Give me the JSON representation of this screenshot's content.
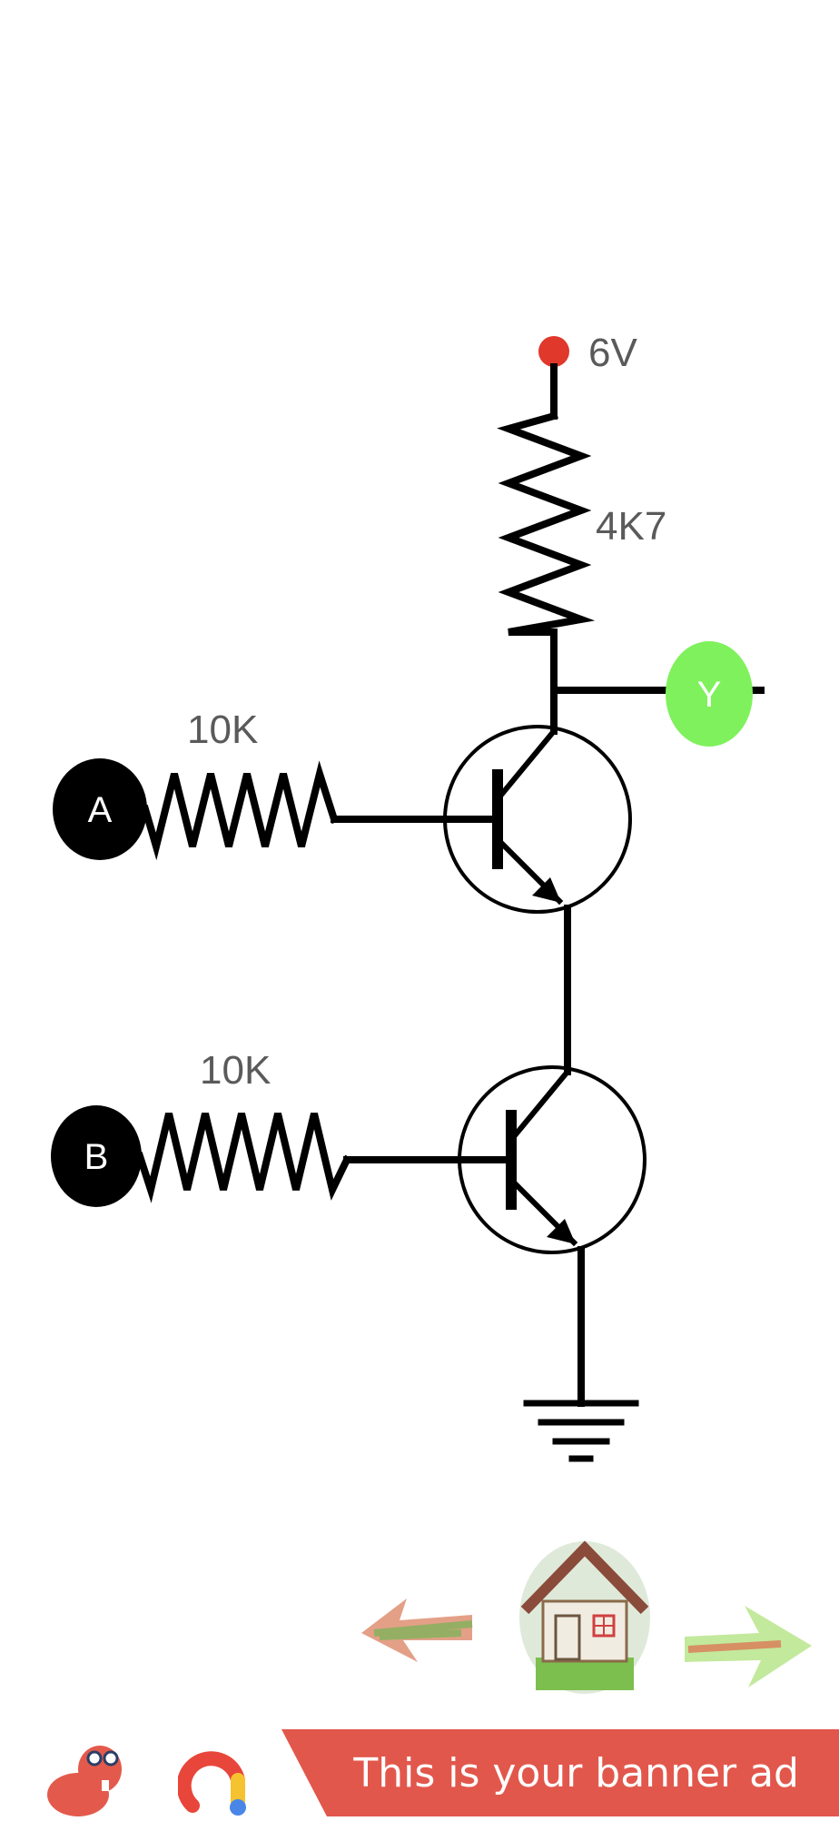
{
  "circuit": {
    "supply_label": "6V",
    "collector_resistor_label": "4K7",
    "resistor_a_label": "10K",
    "resistor_b_label": "10K",
    "input_a_label": "A",
    "input_b_label": "B",
    "output_label": "Y",
    "supply_color": "#e0382b",
    "output_color": "#7ff15c",
    "input_color": "#000000"
  },
  "navigation": {
    "back_icon": "left-arrow-icon",
    "home_icon": "house-icon",
    "forward_icon": "right-arrow-icon"
  },
  "banner": {
    "text": "This is your banner ad",
    "background": "#e2574c",
    "mascot_icon": "red-mascot-icon",
    "ads_icon": "ad-network-logo-icon"
  }
}
